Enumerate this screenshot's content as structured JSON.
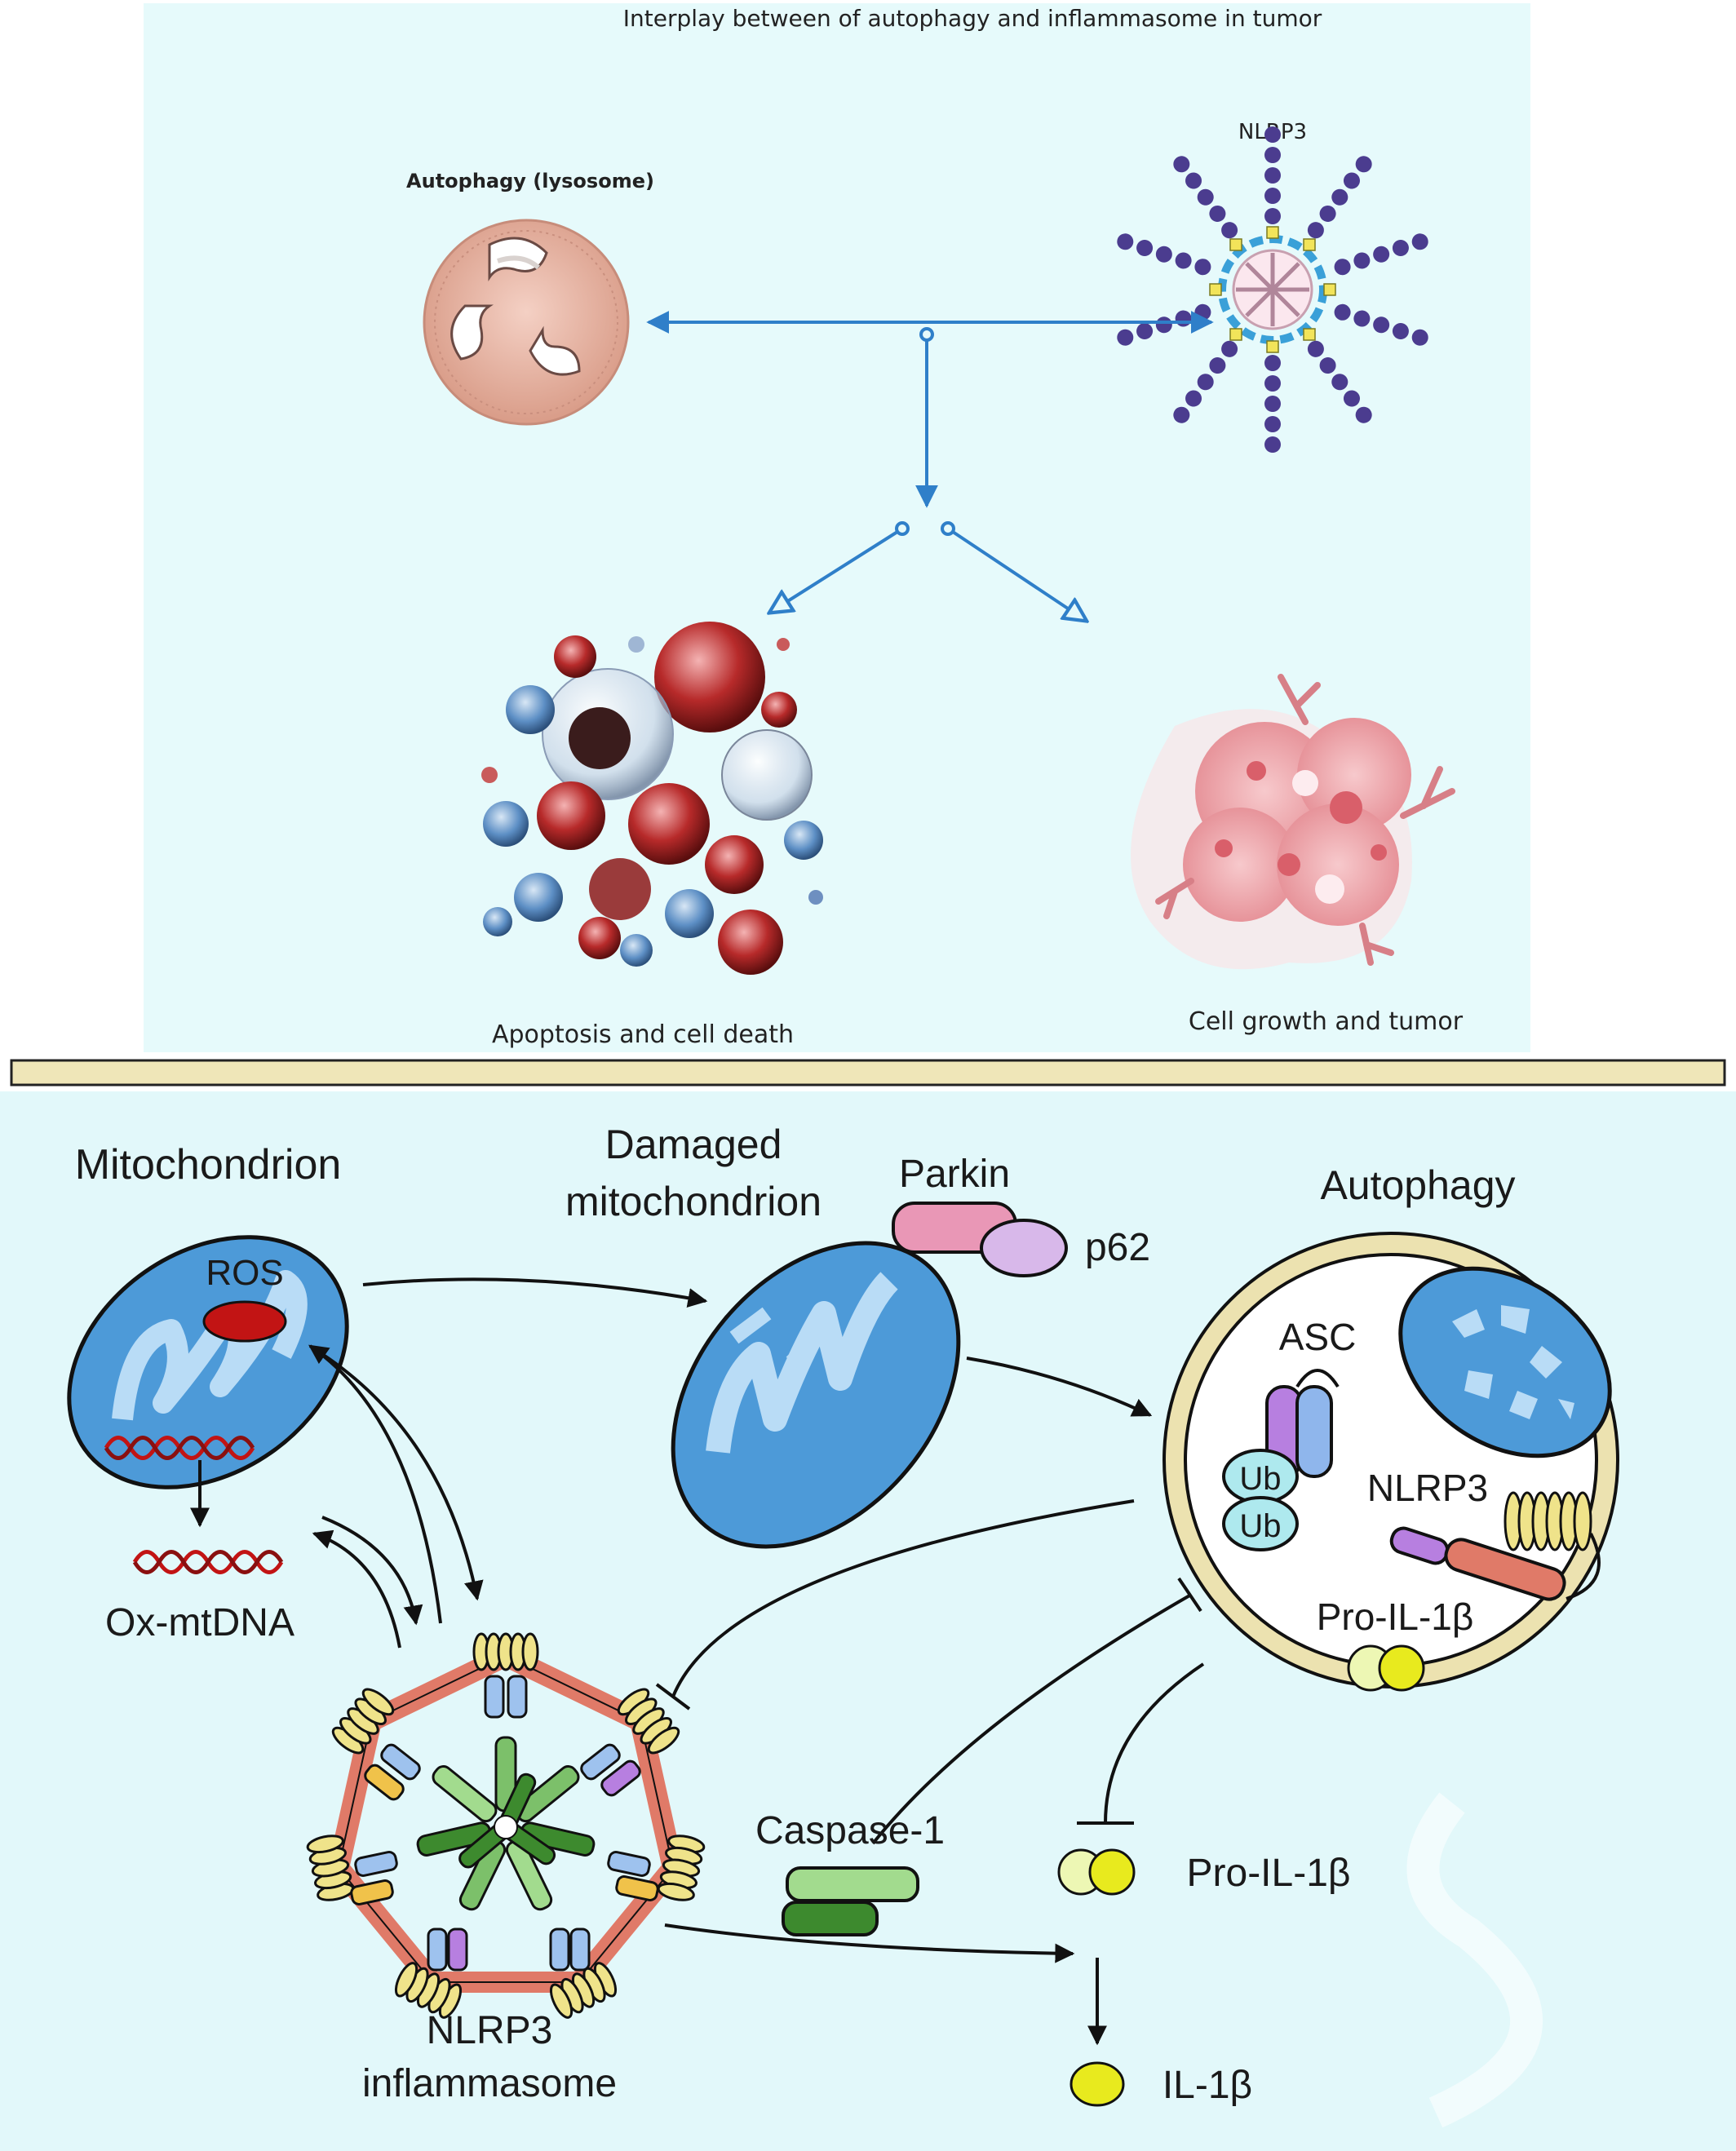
{
  "top_panel": {
    "title": "Interplay between of autophagy and inflammasome in tumor",
    "autophagy_label": "Autophagy (lysosome)",
    "nlrp3_label": "NLRP3",
    "apoptosis_label": "Apoptosis and cell death",
    "growth_label": "Cell growth and tumor"
  },
  "bottom_panel": {
    "mitochondrion_label": "Mitochondrion",
    "ros_label": "ROS",
    "ox_mtdna_label": "Ox-mtDNA",
    "damaged_label_line1": "Damaged",
    "damaged_label_line2": "mitochondrion",
    "parkin_label": "Parkin",
    "p62_label": "p62",
    "autophagy_label": "Autophagy",
    "asc_label": "ASC",
    "ub1_label": "Ub",
    "ub2_label": "Ub",
    "nlrp3_label": "NLRP3",
    "pro_il1b_inner_label": "Pro-IL-1β",
    "caspase_label": "Caspase-1",
    "pro_il1b_label": "Pro-IL-1β",
    "il1b_label": "IL-1β",
    "inflammasome_line1": "NLRP3",
    "inflammasome_line2": "inflammasome"
  },
  "colors": {
    "top_bg": "#e6fafb",
    "bottom_bg": "#e2f8fa",
    "divider": "#efe6b8",
    "arrow_blue": "#2f7fc9",
    "mito_blue": "#4d9ad8",
    "mito_light": "#b9dcf6",
    "ros_red": "#c21414",
    "lysosome_pink": "#e9b8a8",
    "autophagosome_ring": "#ece2b0"
  }
}
